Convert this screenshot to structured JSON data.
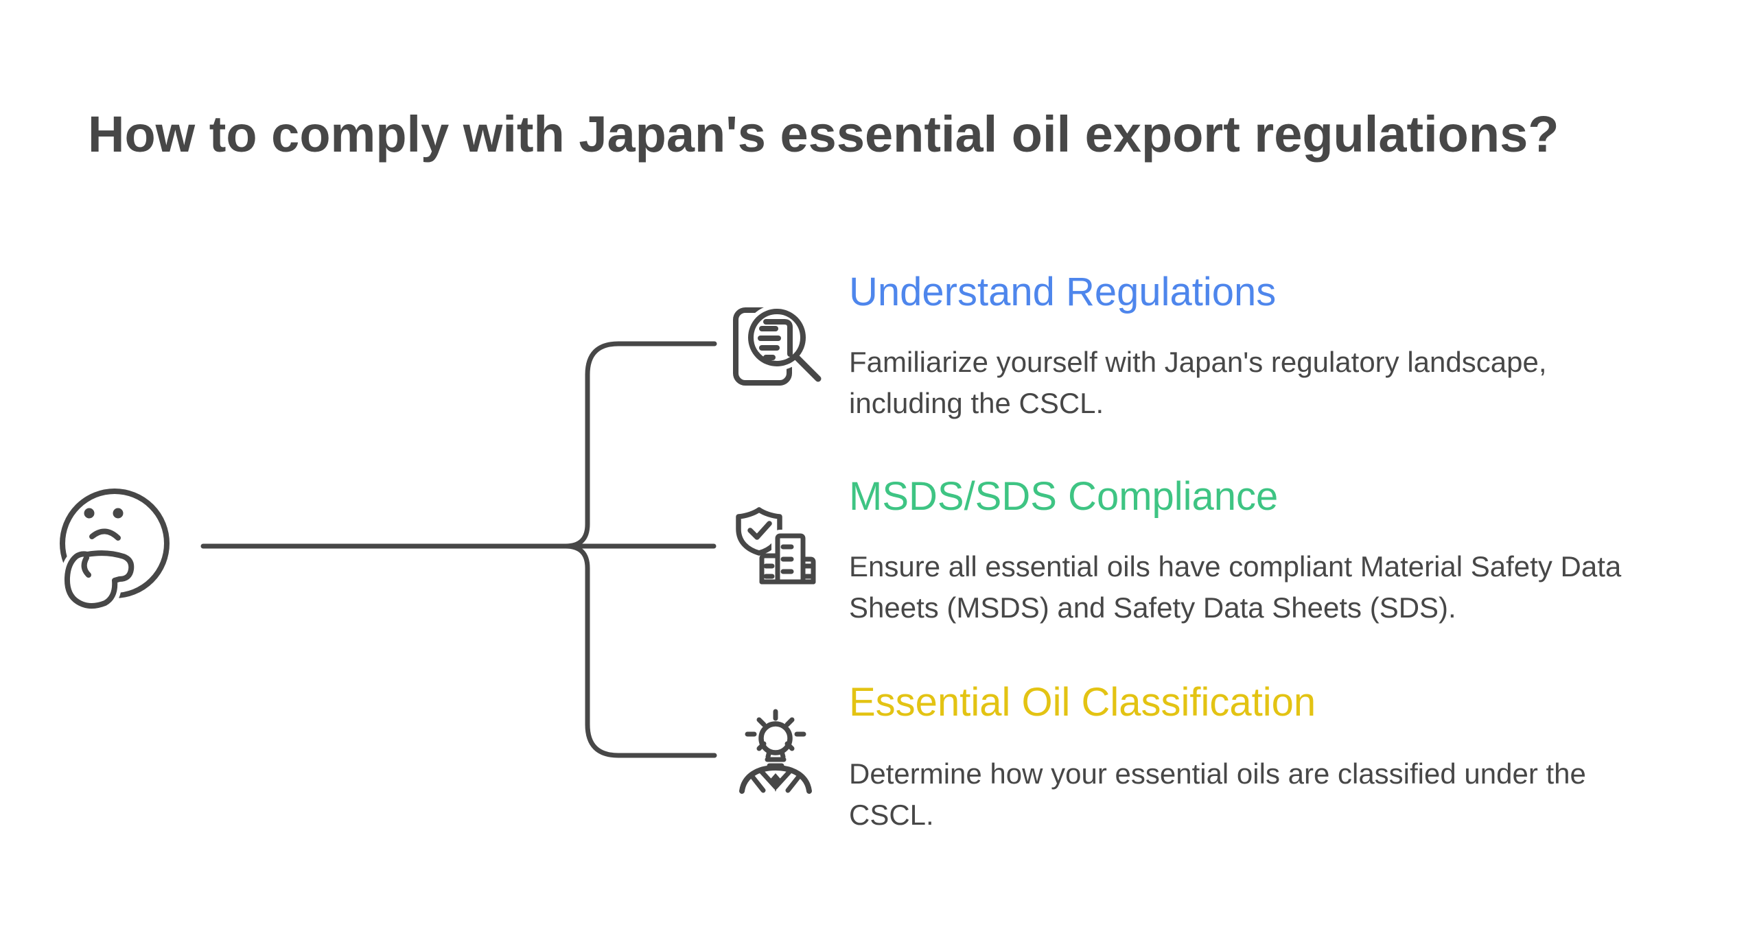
{
  "title": "How to comply with Japan's essential oil export regulations?",
  "colors": {
    "ink": "#474747",
    "body_text": "#474747",
    "background": "#ffffff"
  },
  "root_icon": "thinking-face-icon",
  "items": [
    {
      "heading": "Understand Regulations",
      "color": "#4e86ec",
      "description": "Familiarize yourself with Japan's regulatory landscape,\nincluding the CSCL.",
      "icon": "document-search-icon"
    },
    {
      "heading": "MSDS/SDS Compliance",
      "color": "#3ec483",
      "description": "Ensure all essential oils have compliant Material Safety Data\nSheets (MSDS) and Safety Data Sheets (SDS).",
      "icon": "shield-check-building-icon"
    },
    {
      "heading": "Essential Oil Classification",
      "color": "#e3c313",
      "description": "Determine how your essential oils are classified under the\nCSCL.",
      "icon": "lightbulb-person-icon"
    }
  ]
}
